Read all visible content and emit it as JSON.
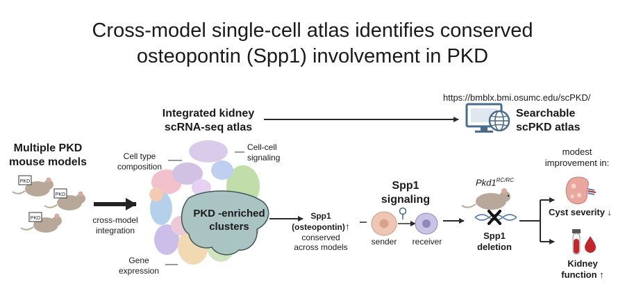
{
  "title": {
    "line1": "Cross-model single-cell atlas identifies conserved",
    "line2": "osteopontin (Spp1) involvement in PKD"
  },
  "atlas_url": "https://bmblx.bmi.osumc.edu/scPKD/",
  "integrated_atlas": {
    "line1": "Integrated kidney",
    "line2": "scRNA-seq atlas"
  },
  "searchable_atlas": {
    "line1": "Searchable",
    "line2": "scPKD atlas"
  },
  "models": {
    "line1": "Multiple PKD",
    "line2": "mouse models",
    "tag": "PKD"
  },
  "integration": {
    "line1": "cross-model",
    "line2": "integration"
  },
  "umap_labels": {
    "cell_type": {
      "line1": "Cell type",
      "line2": "composition"
    },
    "cell_cell": {
      "line1": "Cell-cell",
      "line2": "signaling"
    },
    "gene_expr": {
      "line1": "Gene",
      "line2": "expression"
    },
    "clusters": {
      "line1": "PKD -enriched",
      "line2": "clusters"
    }
  },
  "spp1": {
    "name": "Spp1",
    "alias": "(osteopontin)",
    "up_arrow": "↑",
    "line3": "conserved",
    "line4": "across models"
  },
  "signaling": {
    "line1": "Spp1",
    "line2": "signaling",
    "sender": "sender",
    "receiver": "receiver"
  },
  "deletion": {
    "gene": "Pkd1",
    "superscript": "RC/RC",
    "line1": "Spp1",
    "line2": "deletion"
  },
  "outcomes": {
    "header_line1": "modest",
    "header_line2": "improvement in:",
    "cyst": "Cyst severity ↓",
    "kidney_line1": "Kidney",
    "kidney_line2": "function ↑"
  },
  "colors": {
    "text": "#1a1a1a",
    "arrow": "#2a2a2a",
    "cluster_fill": "#a9c4c2",
    "cluster_stroke": "#3e5856",
    "mouse": "#b8a89a",
    "cell_sender": "#efc6b4",
    "cell_receiver": "#c9c4e6",
    "kidney": "#e9a79f",
    "blood": "#c0262d",
    "monitor": "#4a6b8a"
  },
  "icons": [
    "mouse-icon",
    "monitor-icon",
    "globe-icon",
    "cell-icon",
    "dna-icon",
    "cross-icon",
    "kidney-icon",
    "blood-tube-icon",
    "blood-drop-icon"
  ]
}
